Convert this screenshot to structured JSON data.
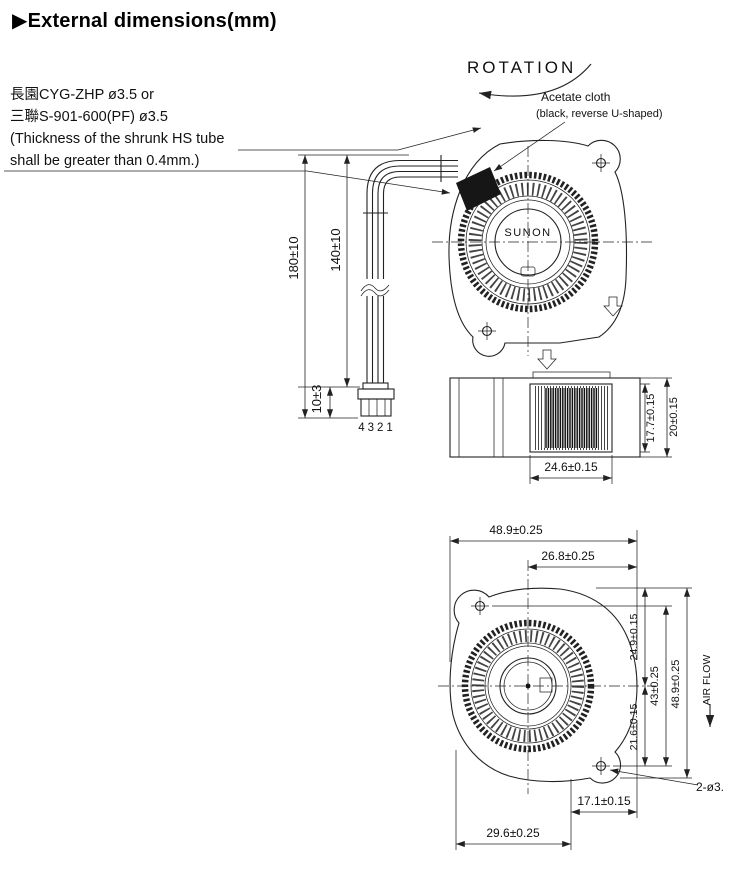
{
  "page": {
    "title": "▶External dimensions(mm)"
  },
  "notes": {
    "tube": {
      "line1": "長園CYG-ZHP  ø3.5  or",
      "line2": "三聯S-901-600(PF)  ø3.5",
      "line3": "(Thickness of the shrunk HS tube",
      "line4": "shall be greater than 0.4mm.)"
    },
    "rotation": "ROTATION",
    "acetate": {
      "line1": "Acetate cloth",
      "line2": "(black, reverse U-shaped)"
    },
    "brand": "SUNON",
    "pins": "4321",
    "airflow": "AIR FLOW",
    "hole_callout": "2-ø3."
  },
  "dims": {
    "wire_total": "180±10",
    "wire_inner": "140±10",
    "connector_h": "10±3",
    "outlet_w": "24.6±0.15",
    "outlet_h": "17.7±0.15",
    "body_h": "20±0.15",
    "body_w": "48.9±0.25",
    "right_w": "26.8±0.25",
    "top_to_center": "24.9±0.15",
    "hole_pitch": "43±0.25",
    "body_d": "48.9±0.25",
    "center_to_hole": "21.6±0.15",
    "edge_17": "17.1±0.15",
    "outlet_29": "29.6±0.25"
  }
}
